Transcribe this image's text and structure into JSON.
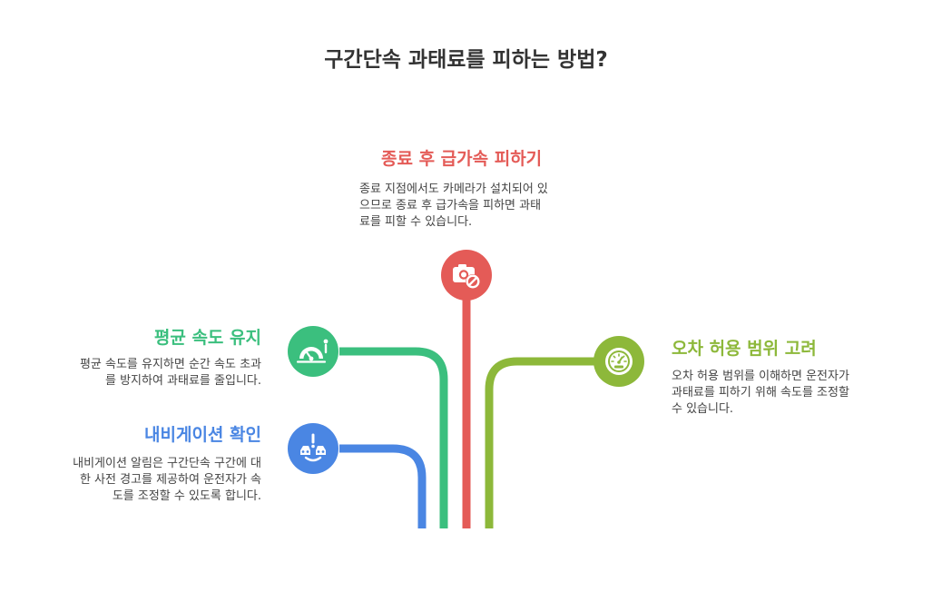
{
  "title": "구간단속 과태료를 피하는 방법?",
  "colors": {
    "red": "#E45B57",
    "green": "#3BBF7E",
    "lime": "#8DB83A",
    "blue": "#4A86E3",
    "text": "#333333"
  },
  "items": [
    {
      "heading": "종료 후 급가속 피하기",
      "lines": [
        "종료 지점에서도 카메라가 설치되어 있",
        "으므로 종료 후 급가속을 피하면 과태",
        "료를 피할 수 있습니다."
      ],
      "icon": "camera-blocked-icon"
    },
    {
      "heading": "평균 속도 유지",
      "lines": [
        "평균 속도를 유지하면 순간 속도 초과",
        "를 방지하여 과태료를 줄입니다."
      ],
      "icon": "speedometer-icon"
    },
    {
      "heading": "오차 허용 범위 고려",
      "lines": [
        "오차 허용 범위를 이해하면 운전자가",
        "과태료를 피하기 위해 속도를 조정할",
        "수 있습니다."
      ],
      "icon": "gauge-icon"
    },
    {
      "heading": "내비게이션 확인",
      "lines": [
        "내비게이션 알림은 구간단속 구간에 대",
        "한 사전 경고를 제공하여 운전자가 속",
        "도를 조정할 수 있도록 합니다."
      ],
      "icon": "navigation-alert-icon"
    }
  ]
}
